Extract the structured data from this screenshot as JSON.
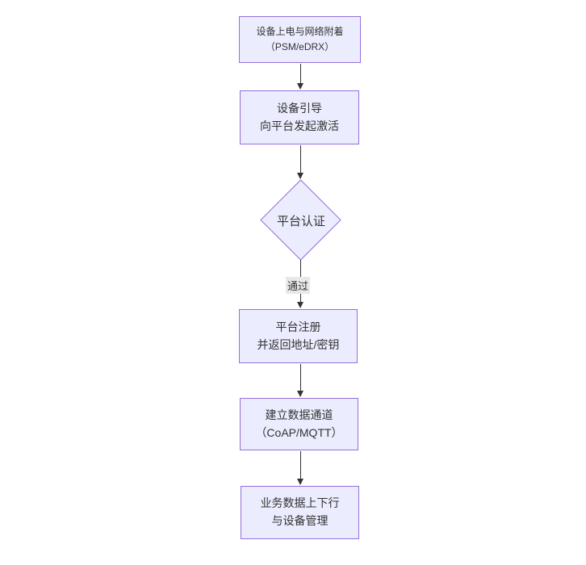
{
  "diagram": {
    "type": "flowchart",
    "direction": "top-down",
    "colors": {
      "node_fill": "#ECECFF",
      "node_border": "#9370DB",
      "text": "#333333",
      "arrow": "#333333",
      "edge_label_bg": "#e8e8e8",
      "background": "#ffffff"
    },
    "nodes": [
      {
        "name": "power-on-attach",
        "shape": "rect",
        "lines": [
          "设备上电与网络附着",
          "（PSM/eDRX）"
        ]
      },
      {
        "name": "device-bootstrap",
        "shape": "rect",
        "lines": [
          "设备引导",
          "向平台发起激活"
        ]
      },
      {
        "name": "platform-auth",
        "shape": "diamond",
        "lines": [
          "平台认证"
        ]
      },
      {
        "name": "platform-register",
        "shape": "rect",
        "lines": [
          "平台注册",
          "并返回地址/密钥"
        ]
      },
      {
        "name": "data-channel",
        "shape": "rect",
        "lines": [
          "建立数据通道",
          "（CoAP/MQTT）"
        ]
      },
      {
        "name": "business-data",
        "shape": "rect",
        "lines": [
          "业务数据上下行",
          "与设备管理"
        ]
      }
    ],
    "edges": [
      {
        "from": "power-on-attach",
        "to": "device-bootstrap",
        "label": ""
      },
      {
        "from": "device-bootstrap",
        "to": "platform-auth",
        "label": ""
      },
      {
        "from": "platform-auth",
        "to": "platform-register",
        "label": "通过"
      },
      {
        "from": "platform-register",
        "to": "data-channel",
        "label": ""
      },
      {
        "from": "data-channel",
        "to": "business-data",
        "label": ""
      }
    ]
  }
}
